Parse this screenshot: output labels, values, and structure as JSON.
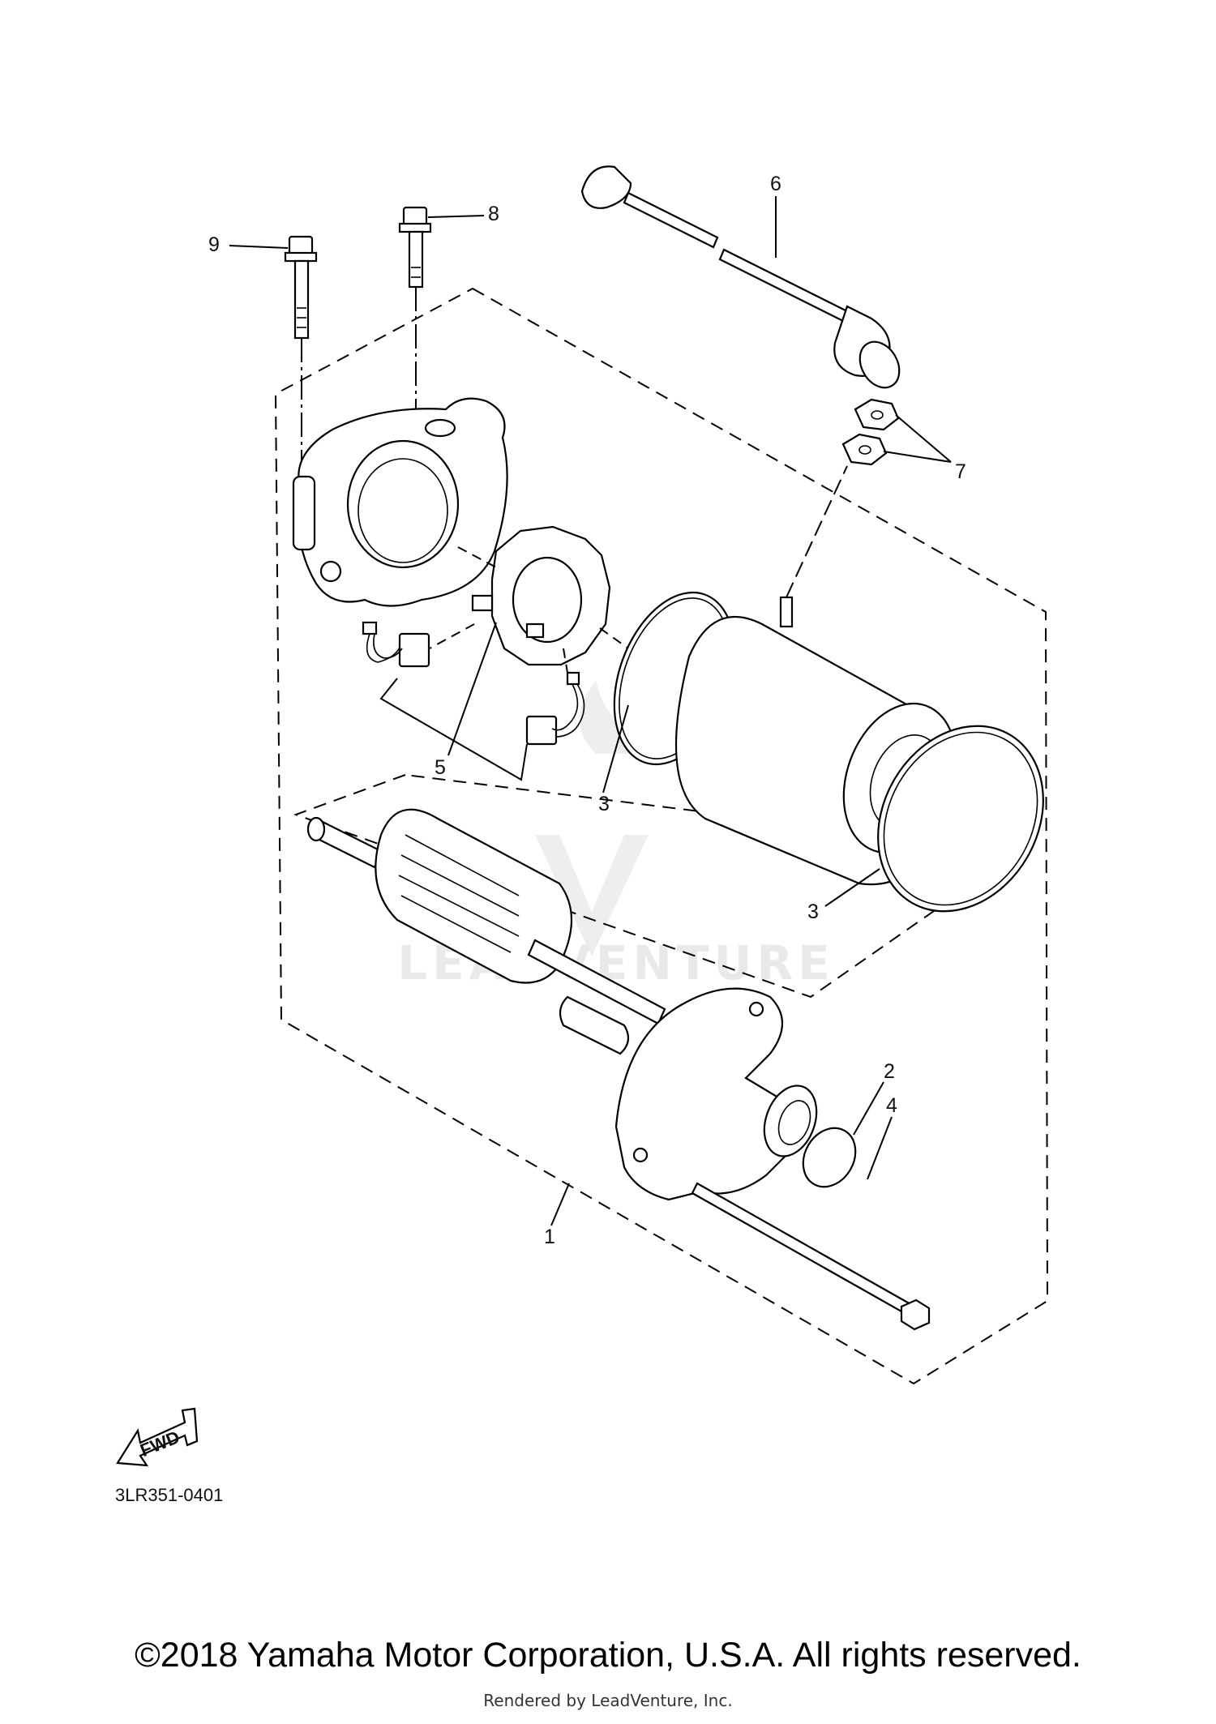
{
  "diagram": {
    "callouts": {
      "c1": "1",
      "c2": "2",
      "c3a": "3",
      "c3b": "3",
      "c4": "4",
      "c5": "5",
      "c6": "6",
      "c7": "7",
      "c8": "8",
      "c9": "9"
    },
    "fwd_label": "FWD",
    "diagram_code": "3LR351-0401",
    "watermark": "LEADVENTURE"
  },
  "footer": {
    "copyright": "©2018 Yamaha Motor Corporation, U.S.A. All rights reserved.",
    "rendered_by": "Rendered by LeadVenture, Inc."
  }
}
